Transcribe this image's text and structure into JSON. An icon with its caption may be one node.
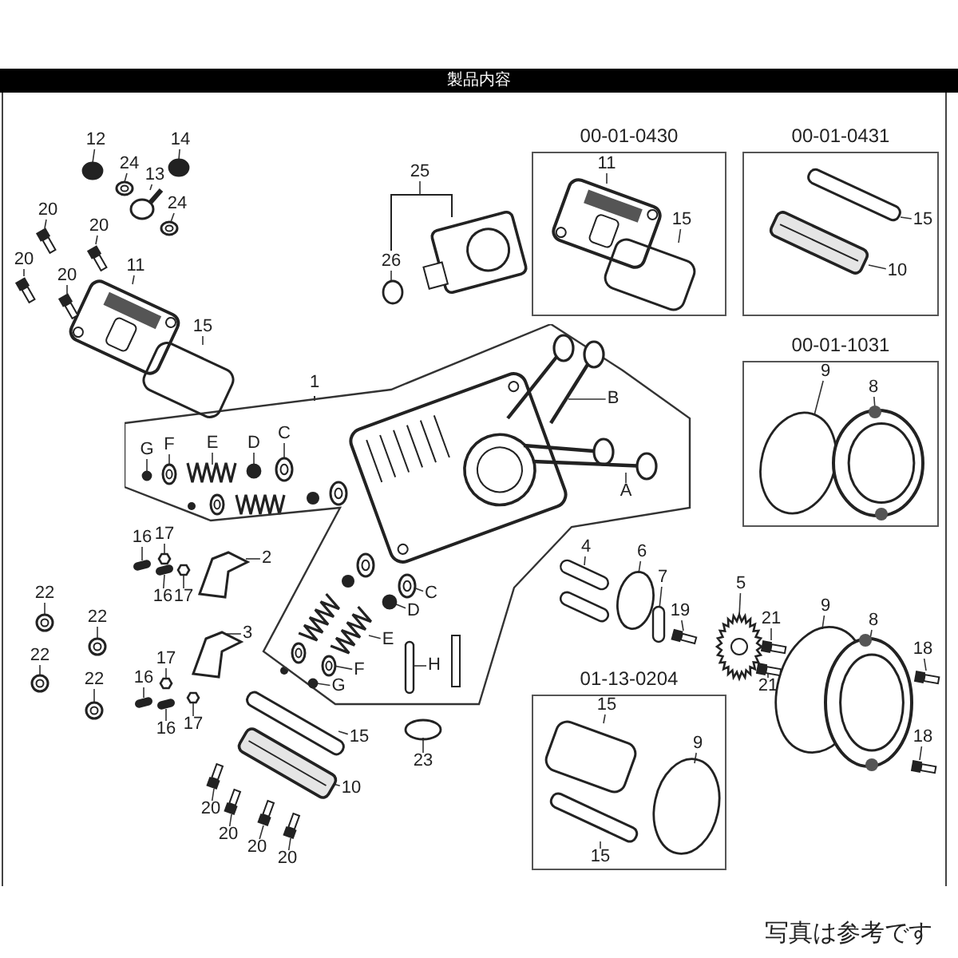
{
  "diagram": {
    "title": "製品内容",
    "caption": "写真は参考です",
    "nodes": [
      {
        "text": [
          "12"
        ]
      },
      {
        "text": [
          "14"
        ]
      },
      {
        "text": [
          "24"
        ]
      },
      {
        "text": [
          "13"
        ]
      },
      {
        "text": [
          "24"
        ]
      },
      {
        "text": [
          "25"
        ]
      },
      {
        "text": [
          "26"
        ]
      },
      {
        "text": [
          "00-01-0430"
        ]
      },
      {
        "text": [
          "11"
        ],
        "in": 7
      },
      {
        "text": [
          "15"
        ],
        "in": 7
      },
      {
        "text": [
          "00-01-0431"
        ]
      },
      {
        "text": [
          "15"
        ],
        "in": 10
      },
      {
        "text": [
          "10"
        ],
        "in": 10
      },
      {
        "text": [
          "20"
        ]
      },
      {
        "text": [
          "20"
        ]
      },
      {
        "text": [
          "20"
        ]
      },
      {
        "text": [
          "11"
        ]
      },
      {
        "text": [
          "20"
        ]
      },
      {
        "text": [
          "15"
        ]
      },
      {
        "text": [
          "00-01-1031"
        ]
      },
      {
        "text": [
          "9"
        ],
        "in": 19
      },
      {
        "text": [
          "8"
        ],
        "in": 19
      },
      {
        "text": [
          "1"
        ]
      },
      {
        "text": [
          "G"
        ],
        "in": 22
      },
      {
        "text": [
          "F"
        ],
        "in": 22
      },
      {
        "text": [
          "E"
        ],
        "in": 22
      },
      {
        "text": [
          "D"
        ],
        "in": 22
      },
      {
        "text": [
          "C"
        ],
        "in": 22
      },
      {
        "text": [
          "B"
        ],
        "in": 22
      },
      {
        "text": [
          "A"
        ],
        "in": 22
      },
      {
        "text": [
          "C"
        ],
        "in": 22
      },
      {
        "text": [
          "D"
        ],
        "in": 22
      },
      {
        "text": [
          "E"
        ],
        "in": 22
      },
      {
        "text": [
          "F"
        ],
        "in": 22
      },
      {
        "text": [
          "G"
        ],
        "in": 22
      },
      {
        "text": [
          "H"
        ],
        "in": 22
      },
      {
        "text": [
          "16"
        ]
      },
      {
        "text": [
          "17"
        ]
      },
      {
        "text": [
          "2"
        ]
      },
      {
        "text": [
          "16"
        ]
      },
      {
        "text": [
          "17"
        ]
      },
      {
        "text": [
          "4"
        ]
      },
      {
        "text": [
          "6"
        ]
      },
      {
        "text": [
          "7"
        ]
      },
      {
        "text": [
          "5"
        ]
      },
      {
        "text": [
          "22"
        ]
      },
      {
        "text": [
          "22"
        ]
      },
      {
        "text": [
          "19"
        ]
      },
      {
        "text": [
          "21"
        ]
      },
      {
        "text": [
          "9"
        ]
      },
      {
        "text": [
          "8"
        ]
      },
      {
        "text": [
          "3"
        ]
      },
      {
        "text": [
          "18"
        ]
      },
      {
        "text": [
          "22"
        ]
      },
      {
        "text": [
          "17"
        ]
      },
      {
        "text": [
          "16"
        ]
      },
      {
        "text": [
          "22"
        ]
      },
      {
        "text": [
          "21"
        ]
      },
      {
        "text": [
          "01-13-0204"
        ]
      },
      {
        "text": [
          "15"
        ],
        "in": 58
      },
      {
        "text": [
          "9"
        ],
        "in": 58
      },
      {
        "text": [
          "15"
        ],
        "in": 58
      },
      {
        "text": [
          "16"
        ]
      },
      {
        "text": [
          "17"
        ]
      },
      {
        "text": [
          "18"
        ]
      },
      {
        "text": [
          "15"
        ]
      },
      {
        "text": [
          "23"
        ]
      },
      {
        "text": [
          "10"
        ]
      },
      {
        "text": [
          "20"
        ]
      },
      {
        "text": [
          "20"
        ]
      },
      {
        "text": [
          "20"
        ]
      },
      {
        "text": [
          "20"
        ]
      },
      {
        "text": [],
        "shape": "circle"
      },
      {
        "text": [],
        "shape": "circle"
      },
      {
        "text": [],
        "shape": "picture"
      },
      {
        "text": [],
        "shape": "picture"
      },
      {
        "text": [],
        "shape": "picture"
      },
      {
        "text": [],
        "shape": "circle"
      },
      {
        "text": [],
        "shape": "picture",
        "in": 7
      },
      {
        "text": [],
        "shape": "box",
        "in": 7
      },
      {
        "text": [],
        "shape": "box",
        "in": 10
      },
      {
        "text": [],
        "shape": "picture",
        "in": 10
      },
      {
        "text": [],
        "shape": "picture"
      },
      {
        "text": [],
        "shape": "picture"
      },
      {
        "text": [],
        "shape": "picture"
      },
      {
        "text": [],
        "shape": "picture"
      },
      {
        "text": [],
        "shape": "picture"
      },
      {
        "text": [],
        "shape": "box"
      },
      {
        "text": [],
        "shape": "circle",
        "in": 19
      },
      {
        "text": [],
        "shape": "picture",
        "in": 19
      },
      {
        "text": [],
        "shape": "circle",
        "in": 22
      },
      {
        "text": [],
        "shape": "picture",
        "in": 22
      },
      {
        "text": [],
        "shape": "picture",
        "in": 22
      },
      {
        "text": [],
        "shape": "circle",
        "in": 22
      },
      {
        "text": [],
        "shape": "picture",
        "in": 22
      },
      {
        "text": [],
        "shape": "picture",
        "in": 22
      },
      {
        "text": [],
        "shape": "picture",
        "in": 22
      },
      {
        "text": [],
        "shape": "picture",
        "in": 22
      },
      {
        "text": [],
        "shape": "circle",
        "in": 22
      },
      {
        "text": [],
        "shape": "picture",
        "in": 22
      },
      {
        "text": [],
        "shape": "picture",
        "in": 22
      },
      {
        "text": [],
        "shape": "circle",
        "in": 22
      },
      {
        "text": [],
        "shape": "bar",
        "in": 22
      },
      {
        "text": [],
        "shape": "bar"
      },
      {
        "text": [],
        "shape": "hexagon"
      },
      {
        "text": [],
        "shape": "picture"
      },
      {
        "text": [],
        "shape": "bar"
      },
      {
        "text": [],
        "shape": "hexagon"
      },
      {
        "text": [],
        "shape": "bar"
      },
      {
        "text": [],
        "shape": "circle"
      },
      {
        "text": [],
        "shape": "bar"
      },
      {
        "text": [],
        "shape": "picture"
      },
      {
        "text": [],
        "shape": "picture"
      },
      {
        "text": [],
        "shape": "picture"
      },
      {
        "text": [],
        "shape": "picture"
      },
      {
        "text": [],
        "shape": "picture"
      },
      {
        "text": [],
        "shape": "circle"
      },
      {
        "text": [],
        "shape": "picture"
      },
      {
        "text": [],
        "shape": "picture"
      },
      {
        "text": [],
        "shape": "picture"
      },
      {
        "text": [],
        "shape": "picture"
      },
      {
        "text": [],
        "shape": "hexagon"
      },
      {
        "text": [],
        "shape": "bar"
      },
      {
        "text": [],
        "shape": "picture"
      },
      {
        "text": [],
        "shape": "picture"
      },
      {
        "text": [],
        "shape": "box",
        "in": 58
      },
      {
        "text": [],
        "shape": "circle",
        "in": 58
      },
      {
        "text": [],
        "shape": "box",
        "in": 58
      },
      {
        "text": [],
        "shape": "bar"
      },
      {
        "text": [],
        "shape": "hexagon"
      },
      {
        "text": [],
        "shape": "picture"
      },
      {
        "text": [],
        "shape": "box"
      },
      {
        "text": [],
        "shape": "circle"
      },
      {
        "text": [],
        "shape": "picture"
      },
      {
        "text": [],
        "shape": "picture"
      },
      {
        "text": [],
        "shape": "picture"
      },
      {
        "text": [],
        "shape": "picture"
      },
      {
        "text": [],
        "shape": "picture"
      }
    ],
    "edges": [
      {
        "from": 0,
        "to": 72,
        "arrow": "none"
      },
      {
        "from": 1,
        "to": 73,
        "arrow": "none"
      },
      {
        "from": 2,
        "to": 74,
        "arrow": "none"
      },
      {
        "from": 3,
        "to": 75,
        "arrow": "none"
      },
      {
        "from": 4,
        "to": 76,
        "arrow": "none"
      },
      {
        "from": 5,
        "to": null,
        "arrow": "none"
      },
      {
        "from": 6,
        "to": 77,
        "arrow": "none"
      },
      {
        "from": 8,
        "to": 78,
        "arrow": "none"
      },
      {
        "from": 9,
        "to": 79,
        "arrow": "none"
      },
      {
        "from": 11,
        "to": 80,
        "arrow": "none"
      },
      {
        "from": 12,
        "to": 81,
        "arrow": "none"
      },
      {
        "from": 13,
        "to": 82,
        "arrow": "none"
      },
      {
        "from": 14,
        "to": 83,
        "arrow": "none"
      },
      {
        "from": 15,
        "to": 84,
        "arrow": "none"
      },
      {
        "from": 16,
        "to": 85,
        "arrow": "none"
      },
      {
        "from": 17,
        "to": 86,
        "arrow": "none"
      },
      {
        "from": 18,
        "to": 87,
        "arrow": "none"
      },
      {
        "from": 20,
        "to": 88,
        "arrow": "none"
      },
      {
        "from": 21,
        "to": 89,
        "arrow": "none"
      },
      {
        "from": 23,
        "to": 90,
        "arrow": "none"
      },
      {
        "from": 24,
        "to": 91,
        "arrow": "none"
      },
      {
        "from": 25,
        "to": 92,
        "arrow": "none"
      },
      {
        "from": 26,
        "to": 93,
        "arrow": "none"
      },
      {
        "from": 27,
        "to": 94,
        "arrow": "none"
      },
      {
        "from": 28,
        "to": 95,
        "arrow": "none"
      },
      {
        "from": 29,
        "to": 96,
        "arrow": "none"
      },
      {
        "from": 30,
        "to": 97,
        "arrow": "none"
      },
      {
        "from": 31,
        "to": 98,
        "arrow": "none"
      },
      {
        "from": 32,
        "to": 99,
        "arrow": "none"
      },
      {
        "from": 33,
        "to": 100,
        "arrow": "none"
      },
      {
        "from": 34,
        "to": 101,
        "arrow": "none"
      },
      {
        "from": 35,
        "to": 102,
        "arrow": "none"
      },
      {
        "from": 36,
        "to": 103,
        "arrow": "none"
      },
      {
        "from": 37,
        "to": 104,
        "arrow": "none"
      },
      {
        "from": 38,
        "to": 105,
        "arrow": "none"
      },
      {
        "from": 39,
        "to": 106,
        "arrow": "none"
      },
      {
        "from": 40,
        "to": 107,
        "arrow": "none"
      },
      {
        "from": 41,
        "to": 108,
        "arrow": "none"
      },
      {
        "from": 42,
        "to": 109,
        "arrow": "none"
      },
      {
        "from": 43,
        "to": 110,
        "arrow": "none"
      },
      {
        "from": 44,
        "to": 111,
        "arrow": "none"
      },
      {
        "from": 45,
        "to": 112,
        "arrow": "none"
      },
      {
        "from": 46,
        "to": 113,
        "arrow": "none"
      },
      {
        "from": 47,
        "to": 114,
        "arrow": "none"
      },
      {
        "from": 48,
        "to": 115,
        "arrow": "none"
      },
      {
        "from": 49,
        "to": 116,
        "arrow": "none"
      },
      {
        "from": 50,
        "to": 117,
        "arrow": "none"
      },
      {
        "from": 51,
        "to": 118,
        "arrow": "none"
      },
      {
        "from": 52,
        "to": 119,
        "arrow": "none"
      },
      {
        "from": 53,
        "to": 120,
        "arrow": "none"
      },
      {
        "from": 54,
        "to": 121,
        "arrow": "none"
      },
      {
        "from": 55,
        "to": 122,
        "arrow": "none"
      },
      {
        "from": 56,
        "to": 123,
        "arrow": "none"
      },
      {
        "from": 57,
        "to": 124,
        "arrow": "none"
      },
      {
        "from": 59,
        "to": 125,
        "arrow": "none"
      },
      {
        "from": 60,
        "to": 126,
        "arrow": "none"
      },
      {
        "from": 61,
        "to": 127,
        "arrow": "none"
      },
      {
        "from": 62,
        "to": 128,
        "arrow": "none"
      },
      {
        "from": 63,
        "to": 129,
        "arrow": "none"
      },
      {
        "from": 64,
        "to": 130,
        "arrow": "none"
      },
      {
        "from": 65,
        "to": 131,
        "arrow": "none"
      },
      {
        "from": 66,
        "to": 132,
        "arrow": "none"
      },
      {
        "from": 67,
        "to": 133,
        "arrow": "none"
      },
      {
        "from": 68,
        "to": 134,
        "arrow": "none"
      },
      {
        "from": 69,
        "to": 135,
        "arrow": "none"
      },
      {
        "from": 70,
        "to": 136,
        "arrow": "none"
      },
      {
        "from": 71,
        "to": 137,
        "arrow": "none"
      }
    ]
  }
}
